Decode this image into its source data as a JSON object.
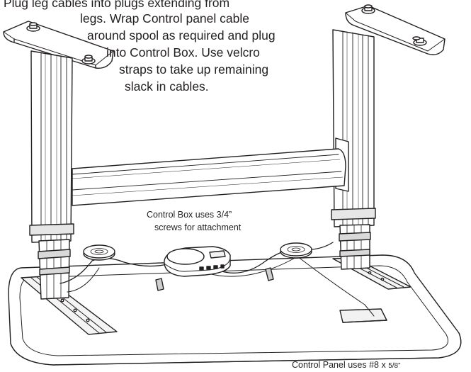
{
  "illustration": {
    "subject": "standing-desk-frame-underside",
    "colors": {
      "line": "#231f20",
      "fill": "#ffffff",
      "shade": "#e6e6e6",
      "text": "#231f20"
    }
  },
  "instructions": {
    "lines": [
      "Plug leg cables into plugs extending from",
      "legs. Wrap Control panel cable",
      "around spool as required and plug",
      "into Control Box. Use velcro",
      "straps to take up remaining",
      "slack in cables."
    ]
  },
  "callouts": {
    "control_box": {
      "line1": "Control Box uses 3/4”",
      "line2": "screws for attachment"
    },
    "control_panel": {
      "text": "Control Panel uses #8 x ",
      "fraction": "5/8”"
    }
  }
}
